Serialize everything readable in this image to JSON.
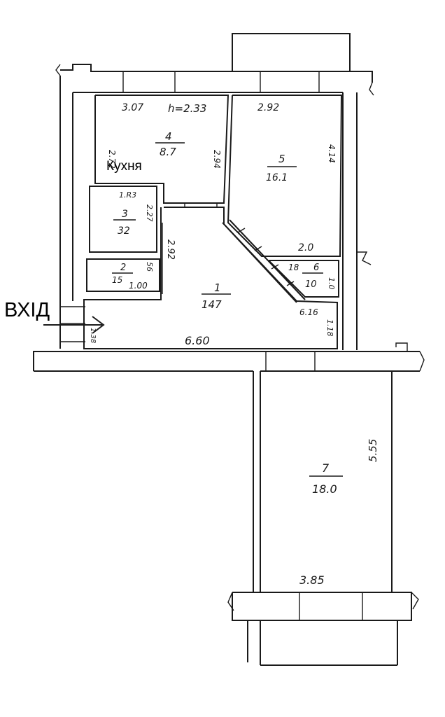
{
  "entrance_label": "ВХІД",
  "kitchen_label": "Кухня",
  "rooms": [
    {
      "number": "1",
      "area": "147",
      "dims": [
        "6.60",
        "2.92"
      ]
    },
    {
      "number": "2",
      "area": "15",
      "dims": [
        "1.00",
        "56"
      ]
    },
    {
      "number": "3",
      "area": "32",
      "dims": [
        "1.R3",
        "2.27"
      ]
    },
    {
      "number": "4",
      "area": "8.7",
      "dims": [
        "3.07",
        "h=2.33",
        "2.72",
        "2.94"
      ]
    },
    {
      "number": "5",
      "area": "16.1",
      "dims": [
        "2.92",
        "2.0",
        "4.14"
      ]
    },
    {
      "number": "6",
      "area": "10",
      "dims": [
        "18",
        "1.0"
      ]
    },
    {
      "number": "7",
      "area": "18.0",
      "dims": [
        "3.85",
        "5.55"
      ]
    }
  ],
  "hall_extra_dims": [
    "6.16",
    "1.18",
    "1.38"
  ],
  "colors": {
    "line": "#1a1a1a",
    "background": "#ffffff"
  }
}
